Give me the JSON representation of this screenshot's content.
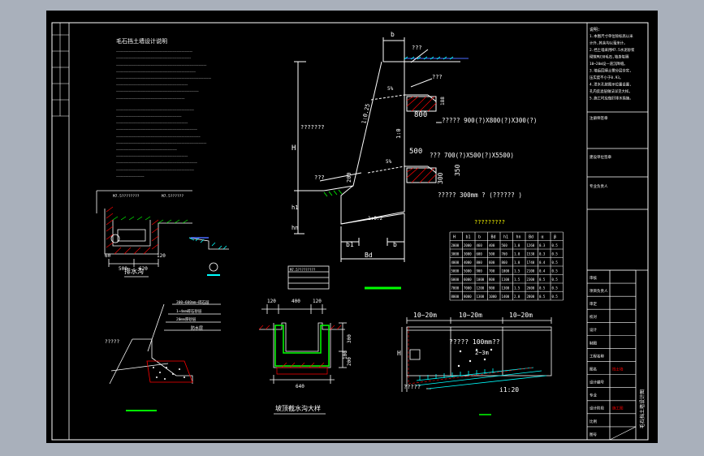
{
  "title_notes": "毛石挡土墙设计说明",
  "notes_lines": [
    "~~~~~~~~~~~~~~~~~~~~~~~~~~~~~~~~~~~~~~~~~~~~~~~~~",
    "~~~~~~~~~~~~~~~~~~~~~~~~~~~~~~~~~~~~~~~~~~~~~~~~",
    "~~~~~~~~~~~~~~~~~~~~~~~~~~~~~~~~~~~~~~~~~~~~~~~~~~~~~~~~~~",
    "~~~~~~~~~~~~~~~~~~~~~~~~~~~~~~~~~~~~~~~~~~~~~~~~~~~",
    "~~~~~~~~~~~~~~~~~~~~~~~~~~~~~~~~~~~~~~~~~~~~~~~~~~~~~~~~~~~~~",
    "~~~~~~~~~~~~~~~~~~~~~~~~~~~~~~~~~~~~~~~~~~~~~~",
    "~~~~~~~~~~~~~~~~~~~~~~~~~~~~~~~~~~~~~~~~~~~~~~~~~~~~~",
    "~~~~~~~~~~~~~~~~~~~~~~~~~~~~~~~~~~~~~~~~~~~~",
    "~~~~~~~~~~~~~~~~~~~~~~~~~~~~~~~~~~~~~~~~~~~~~~~~~~",
    "~~~~~~~~~~~~~~~~~~~~~~~~~~~~~~~~~~~~~~~~~~",
    "~~~~~~~~~~~~~~~~~~~~~~~~~~~~~~~~~~~~~~~~~~~~~~",
    "~~~~~~~~~~~~~~~~~~~~~~~~~~~~~~~~~~~~~~~~~~~~~~~~~~~~",
    "~~~~~~~~~~~~~~~~~~~~~~~~~~~~~~~~~~~~~~~~~~~~~~~~~~~~~~",
    "~~~~~~~~~~~~~~~~~~~~~~~~~~~~~~~~~~~~~~~~~~~~~~~~~~~~~~~~~~",
    "~~~~~~~~~~~~~~~~~~~~~~~~~~~~~~~~~~~~~~~",
    "~~~~~~~~~~~~~~~~~~~~~~~~~~~~~~~~~~~~~~~~~~~~~~",
    "~~~~~~~~~~~~~~~~~~~~~~~~~~~~~~~~~~~~~~~~~~~~~~~~~~~~",
    "~~~~~~~~~~~~~~~~~~~~~~~~~~~~~~~~~~~~~~~~~~~~~~~~~~",
    "~~~~~~~~~~~~~~~~~~"
  ],
  "section": {
    "top_width": "b",
    "dim_H": "H",
    "dim_h1": "h1",
    "dim_hn": "hn",
    "dim_b1": "b1",
    "dim_b": "b",
    "dim_Bd": "Bd",
    "slope_ratio": "1:0.25",
    "slope_5pct_a": "5%",
    "slope_5pct_b": "5%",
    "slope_1_0": "1:0",
    "label_top": "???",
    "label_mid1": "???",
    "label_mid2": "???",
    "label_left": "???????",
    "label_toe": "???",
    "bottom_slope": "1:0.2",
    "dim_800": "800",
    "dim_188": "188",
    "dim_500": "500",
    "dim_350": "350",
    "dim_300": "300",
    "dim_200": "200",
    "drain1": "?????  900(?)X800(?)X300(?)",
    "drain2": "??? 700(?)X500(?)X5500)",
    "drain3": "?????  300mm ? (?????? )"
  },
  "table": {
    "title": "?????????",
    "headers": [
      "H",
      "b1",
      "b",
      "Bd",
      "h1",
      "hn",
      "Bd",
      "α",
      "β"
    ],
    "rows": [
      [
        "2000",
        "460",
        "400",
        "560",
        "1.0",
        "1260",
        "0.3",
        "0.5"
      ],
      [
        "3000",
        "600",
        "500",
        "760",
        "1.0",
        "1530",
        "0.3",
        "0.5"
      ],
      [
        "4000",
        "800",
        "600",
        "860",
        "1.0",
        "1740",
        "0.4",
        "0.5"
      ],
      [
        "5000",
        "900",
        "700",
        "1000",
        "1.5",
        "2100",
        "0.4",
        "0.5"
      ],
      [
        "6000",
        "1000",
        "800",
        "1100",
        "1.5",
        "2300",
        "0.5",
        "0.5"
      ],
      [
        "7000",
        "1200",
        "900",
        "1300",
        "1.5",
        "2600",
        "0.5",
        "0.5"
      ],
      [
        "8000",
        "1300",
        "1000",
        "1400",
        "2.0",
        "2800",
        "0.5",
        "0.5"
      ]
    ]
  },
  "ditch": {
    "label": "排水沟",
    "dim_500": "500",
    "dim_620": "620",
    "dim_120": "120",
    "dim_60": "60",
    "spec_a": "M7.5????????",
    "spec_b": "M7.5??????"
  },
  "detail": {
    "line1": "300~600mm~碎石层",
    "line2": "1~4mm碎石砂层",
    "line3": "20mm厚砂层",
    "line4": "防水层",
    "mark": "?????"
  },
  "section2": {
    "label": "坡顶截水沟大样",
    "dim_120a": "120",
    "dim_400": "400",
    "dim_120b": "120",
    "dim_640": "640",
    "dim_300": "300",
    "dim_200": "200",
    "dim_100": "100",
    "spec": "M7.5?????????"
  },
  "elevation": {
    "span1": "10~20m",
    "span2": "10~20m",
    "span3": "10~20m",
    "label_joint": "????? 100mm??",
    "label_h": "H",
    "label_grade": "2~3m",
    "label_slope": "i1:20",
    "label_bottom": "?????"
  },
  "side_text": {
    "header": "说明:",
    "lines": [
      "1.本图尺寸单位除标高以米",
      "计外,其余均以毫米计。",
      "2.挡土墙采用M7.5水泥砂浆",
      "砌筑MU30毛石,墙身每隔",
      "10~20m设一道沉降缝。",
      "3.墙后回填土需分层夯实,",
      "压实度不小于0.93。",
      "4.泄水孔按图示位置设置,",
      "孔内反滤层做法详见大样。",
      "5.施工时应做好排水措施。"
    ],
    "stamp1": "注册师签章",
    "stamp2": "建设单位签章",
    "stamp3": "专业负责人"
  },
  "title_block": {
    "rows": [
      "审核",
      "项目负责人",
      "审定",
      "校对",
      "设计",
      "制图",
      "工程名称",
      "图名",
      "设计编号",
      "专业",
      "设计阶段",
      "比例",
      "图号"
    ],
    "value_name": "挡土墙",
    "value_stage": "施工图",
    "vertical": "毛石挡土墙设计图"
  },
  "colors": {
    "line": "#ffffff",
    "yellow": "#ffff00",
    "green": "#00ff00",
    "cyan": "#00ffff",
    "red": "#ff0000",
    "blue": "#4a6bff"
  }
}
